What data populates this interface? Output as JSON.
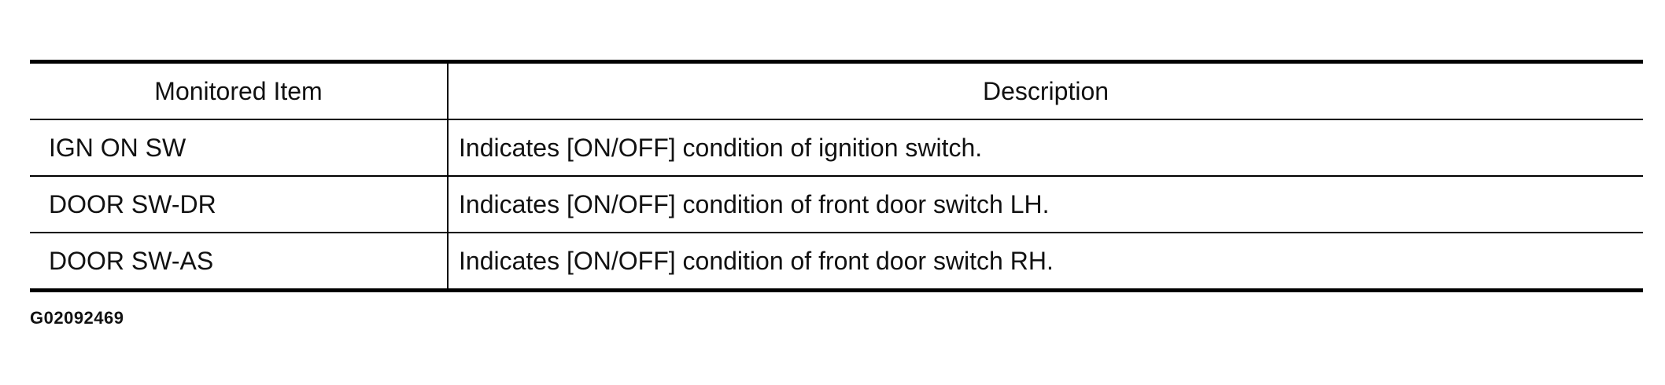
{
  "table": {
    "headers": {
      "item": "Monitored Item",
      "description": "Description"
    },
    "rows": [
      {
        "item": "IGN ON SW",
        "description": "Indicates [ON/OFF] condition of ignition switch."
      },
      {
        "item": "DOOR SW-DR",
        "description": "Indicates [ON/OFF] condition of front door switch LH."
      },
      {
        "item": "DOOR SW-AS",
        "description": "Indicates [ON/OFF] condition of front door switch RH."
      }
    ]
  },
  "figure": {
    "id": "G02092469"
  }
}
